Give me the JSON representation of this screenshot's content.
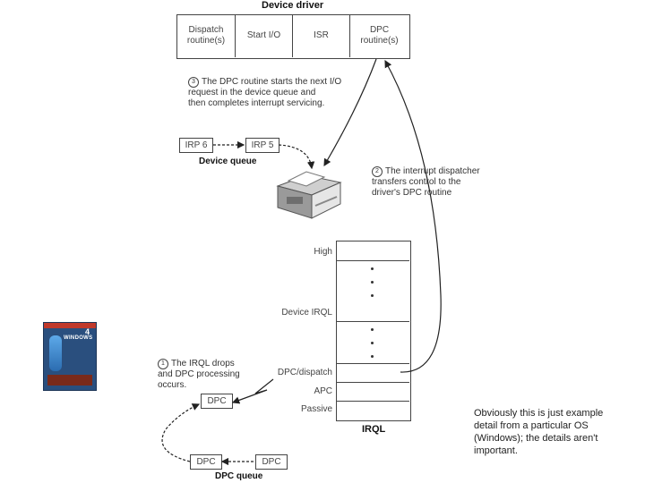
{
  "device_driver": {
    "title": "Device driver",
    "cells": [
      "Dispatch\nroutine(s)",
      "Start I/O",
      "ISR",
      "DPC\nroutine(s)"
    ]
  },
  "steps": {
    "step1": {
      "num": "1",
      "text": "The IRQL drops\nand DPC processing\noccurs."
    },
    "step2": {
      "num": "2",
      "text": "The interrupt dispatcher\ntransfers control to the\ndriver's DPC routine"
    },
    "step3": {
      "num": "3",
      "text": "The DPC routine starts the next I/O\nrequest in the device queue and\nthen completes interrupt servicing."
    }
  },
  "device_queue": {
    "label": "Device queue",
    "items": [
      "IRP 6",
      "IRP 5"
    ]
  },
  "irql": {
    "label": "IRQL",
    "levels": [
      "High",
      "Device IRQL",
      "DPC/dispatch",
      "APC",
      "Passive"
    ]
  },
  "dpc_box": "DPC",
  "dpc_queue": {
    "label": "DPC queue",
    "items": [
      "DPC",
      "DPC"
    ]
  },
  "book": {
    "title": "WINDOWS",
    "edition": "4"
  },
  "note": "Obviously this is just example\ndetail from a particular OS\n(Windows); the details aren't\nimportant."
}
